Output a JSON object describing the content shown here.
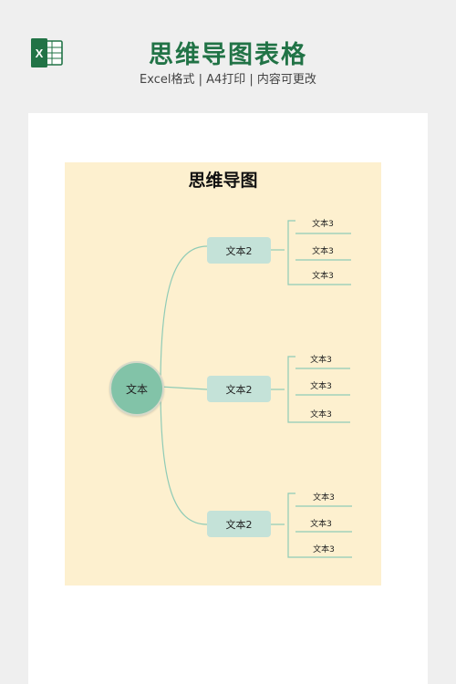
{
  "header": {
    "title": "思维导图表格",
    "subtitle": "Excel格式 | A4打印 | 内容可更改",
    "app_icon": "excel-icon"
  },
  "document": {
    "title": "思维导图",
    "root": {
      "label": "文本"
    },
    "branches": [
      {
        "label": "文本2",
        "children": [
          "文本3",
          "文本3",
          "文本3"
        ]
      },
      {
        "label": "文本2",
        "children": [
          "文本3",
          "文本3",
          "文本3"
        ]
      },
      {
        "label": "文本2",
        "children": [
          "文本3",
          "文本3",
          "文本3"
        ]
      }
    ]
  },
  "colors": {
    "brand_green": "#217346",
    "sheet_bg": "#fdf0cf",
    "root_fill": "#82c3a8",
    "branch_fill": "#c4e2d8",
    "connector": "#8fcbb6"
  }
}
